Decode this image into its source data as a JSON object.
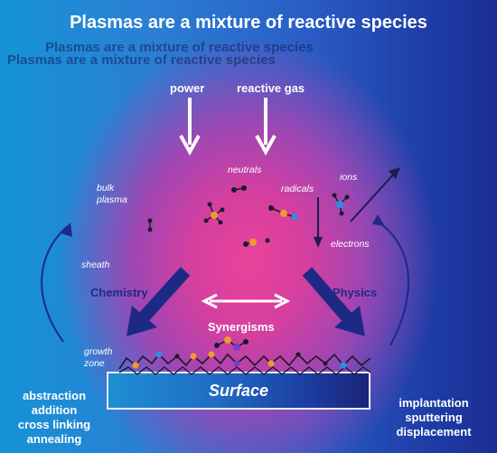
{
  "title": "Plasmas are a mixture of reactive species",
  "inputs": {
    "power": "power",
    "gas": "reactive gas"
  },
  "species": {
    "neutrals": "neutrals",
    "radicals": "radicals",
    "ions": "ions",
    "electrons": "electrons"
  },
  "regions": {
    "bulk_plasma": "bulk\nplasma",
    "sheath": "sheath",
    "growth_zone": "growth\nzone"
  },
  "mechanisms": {
    "chemistry": "Chemistry",
    "physics": "Physics",
    "synergisms": "Synergisms"
  },
  "surface": "Surface",
  "left_processes": [
    "abstraction",
    "addition",
    "cross linking",
    "annealing"
  ],
  "right_processes": [
    "implantation",
    "sputtering",
    "displacement"
  ],
  "colors": {
    "arrow_dark": "#1c2a86",
    "atom_orange": "#f09a2a",
    "atom_blue": "#2a8fe0",
    "atom_purple": "#7a3cc0"
  }
}
